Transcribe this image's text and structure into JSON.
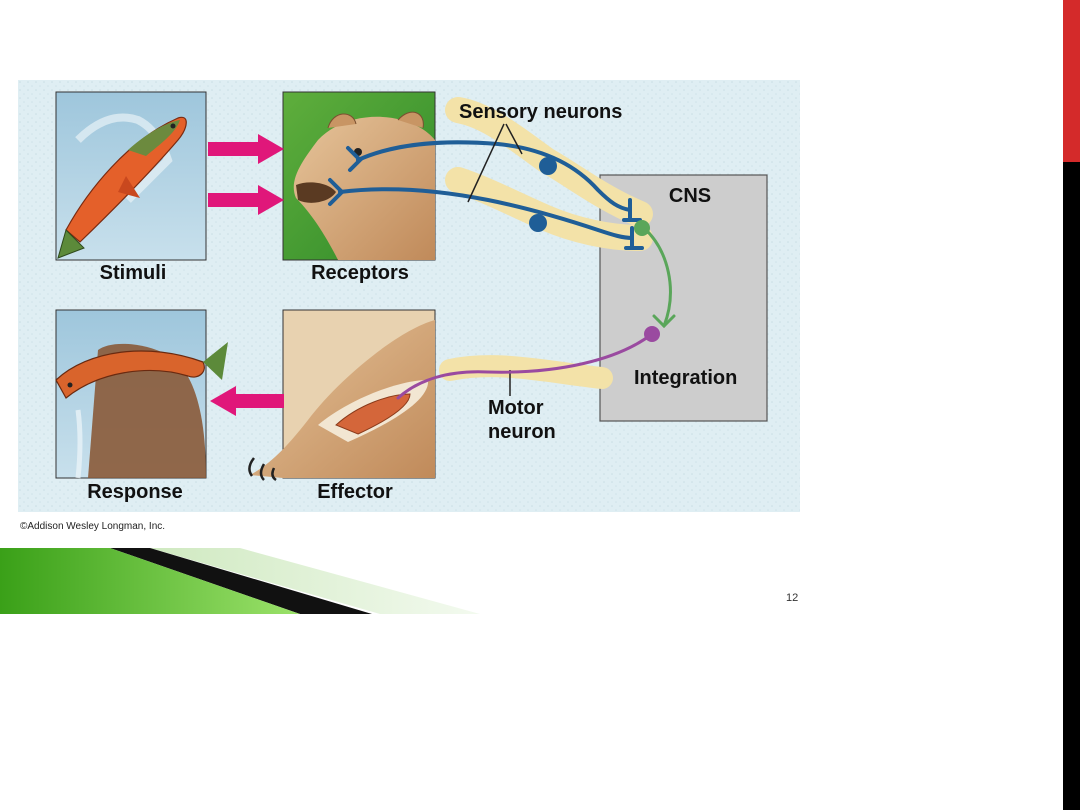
{
  "diagram": {
    "labels": {
      "stimuli": "Stimuli",
      "receptors": "Receptors",
      "sensory_neurons": "Sensory neurons",
      "cns": "CNS",
      "integration": "Integration",
      "motor_neuron_line1": "Motor",
      "motor_neuron_line2": "neuron",
      "response": "Response",
      "effector": "Effector"
    },
    "colors": {
      "background": "#dfeef3",
      "arrow": "#e0177a",
      "sensory_neuron": "#1f5e97",
      "interneuron": "#5aa65a",
      "motor_neuron": "#9a4aa0",
      "nerve_sheath": "#f3e2a8",
      "cns_box": "#cdcdcd"
    }
  },
  "footer": {
    "copyright": "©Addison Wesley Longman, Inc.",
    "page_number": "12"
  }
}
